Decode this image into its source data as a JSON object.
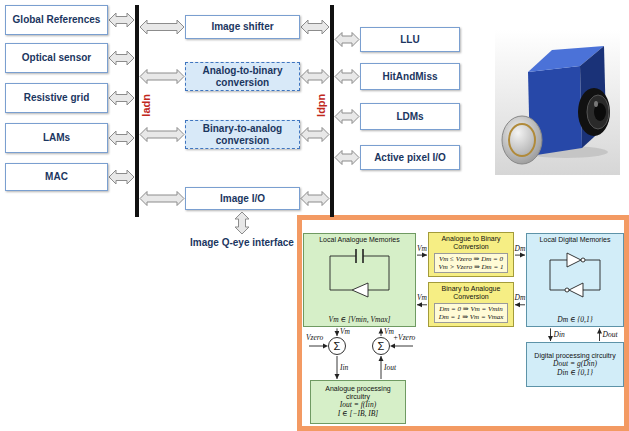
{
  "diagram": {
    "nodes": [
      {
        "text": [
          "Global References"
        ]
      },
      {
        "text": [
          "Optical sensor"
        ]
      },
      {
        "text": [
          "Resistive grid"
        ]
      },
      {
        "text": [
          "LAMs"
        ]
      },
      {
        "text": [
          "MAC"
        ]
      },
      {
        "text": [
          "ladn"
        ]
      },
      {
        "text": [
          "Image shifter"
        ]
      },
      {
        "text": [
          "Analog-to-binary conversion"
        ]
      },
      {
        "text": [
          "Binary-to-analog conversion"
        ]
      },
      {
        "text": [
          "Image I/O"
        ]
      },
      {
        "text": [
          "ldpn"
        ]
      },
      {
        "text": [
          "LLU"
        ]
      },
      {
        "text": [
          "HitAndMiss"
        ]
      },
      {
        "text": [
          "LDMs"
        ]
      },
      {
        "text": [
          "Active pixel I/O"
        ]
      },
      {
        "text": [
          "Local Analogue Memories",
          "Vm ∈ [Vmin, Vmax]"
        ]
      },
      {
        "text": [
          "Analogue to Binary Conversion"
        ]
      },
      {
        "text": [
          "Vm ≤ Vzero ⇒ Dm = 0",
          "Vm > Vzero ⇒ Dm = 1"
        ],
        "in": 16
      },
      {
        "text": [
          "Binary to Analogue Conversion"
        ]
      },
      {
        "text": [
          "Dm = 0 ⇒ Vm = Vmin",
          "Dm = 1 ⇒ Vm = Vmax"
        ],
        "in": 18
      },
      {
        "text": [
          "Local Digital Memories",
          "Dm ∈ {0,1}"
        ]
      },
      {
        "text": [
          "Digital processing circuitry",
          "Dout = g(Din)",
          "Din ∈ {0,1}"
        ]
      },
      {
        "text": [
          "Σ"
        ]
      },
      {
        "text": [
          "Σ"
        ]
      },
      {
        "text": [
          "Analogue processing circuitry",
          "Iout = f(Iin)",
          "I ∈ [−IB, IB]"
        ]
      }
    ],
    "edges": [
      {
        "from": 0,
        "to": 5,
        "arrow": "both"
      },
      {
        "from": 1,
        "to": 5,
        "arrow": "both"
      },
      {
        "from": 2,
        "to": 5,
        "arrow": "both"
      },
      {
        "from": 3,
        "to": 5,
        "arrow": "both"
      },
      {
        "from": 4,
        "to": 5,
        "arrow": "both"
      },
      {
        "from": 5,
        "to": 6,
        "arrow": "both"
      },
      {
        "from": 6,
        "to": 10,
        "arrow": "both"
      },
      {
        "from": 5,
        "to": 7,
        "arrow": "both"
      },
      {
        "from": 7,
        "to": 10,
        "arrow": "both"
      },
      {
        "from": 5,
        "to": 8,
        "arrow": "both"
      },
      {
        "from": 8,
        "to": 10,
        "arrow": "both"
      },
      {
        "from": 5,
        "to": 9,
        "arrow": "both"
      },
      {
        "from": 9,
        "to": 10,
        "arrow": "both"
      },
      {
        "from": 10,
        "to": 11,
        "arrow": "both"
      },
      {
        "from": 10,
        "to": 12,
        "arrow": "both"
      },
      {
        "from": 10,
        "to": 13,
        "arrow": "both"
      },
      {
        "from": 10,
        "to": 14,
        "arrow": "both"
      },
      {
        "from": 15,
        "to": 16,
        "label": "Vm",
        "arrow": "to"
      },
      {
        "from": 16,
        "to": 20,
        "label": "Dm",
        "arrow": "to"
      },
      {
        "from": 20,
        "to": 18,
        "label": "Dm",
        "arrow": "to"
      },
      {
        "from": 18,
        "to": 15,
        "label": "Vm",
        "arrow": "to"
      },
      {
        "from": 20,
        "to": 21,
        "label": "Din",
        "arrow": "to"
      },
      {
        "from": 21,
        "to": 20,
        "label": "Dout",
        "arrow": "to"
      },
      {
        "from": 15,
        "to": 22,
        "label": "Vm",
        "arrow": "to"
      },
      {
        "from": 22,
        "to": 24,
        "label": "Iin",
        "arrow": "to"
      },
      {
        "from": 24,
        "to": 23,
        "label": "Iout",
        "arrow": "to"
      },
      {
        "from": 23,
        "to": 15,
        "label": "Vm",
        "arrow": "to"
      }
    ],
    "labels": [
      "Image Q-eye interface",
      "Vzero",
      "+Vzero"
    ]
  }
}
